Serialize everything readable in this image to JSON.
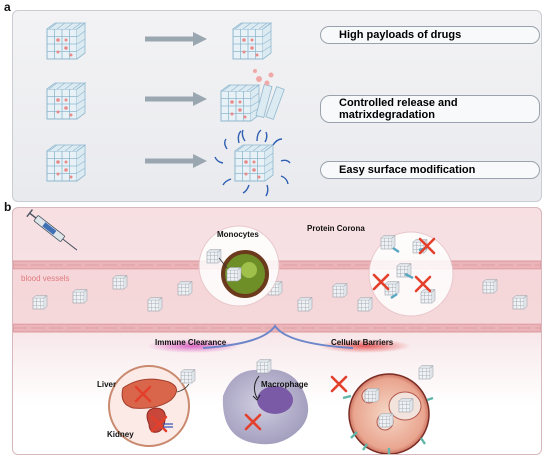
{
  "panel_a": {
    "label": "a",
    "features": [
      {
        "line1": "High payloads of drugs",
        "line2": ""
      },
      {
        "line1": "Controlled release and",
        "line2": "matrixdegradation"
      },
      {
        "line1": "Easy surface modification",
        "line2": ""
      }
    ]
  },
  "panel_b": {
    "label": "b",
    "blood_vessels": "blood vessels",
    "monocytes": "Monocytes",
    "protein_corona": "Protein Corona",
    "immune_clearance": "Immune Clearance",
    "cellular_barriers": "Cellular Barriers",
    "liver": "Liver",
    "kidney": "Kidney",
    "macrophage": "Macrophage"
  },
  "colors": {
    "cage": "#8fb8cf",
    "cage_dot": "#e98b8b",
    "arrow": "#9aa6b0",
    "vessel": "#d58b92",
    "cross": "#e3402c",
    "immune_glow": "#d85ac0",
    "barrier_glow": "#e24a4a"
  }
}
